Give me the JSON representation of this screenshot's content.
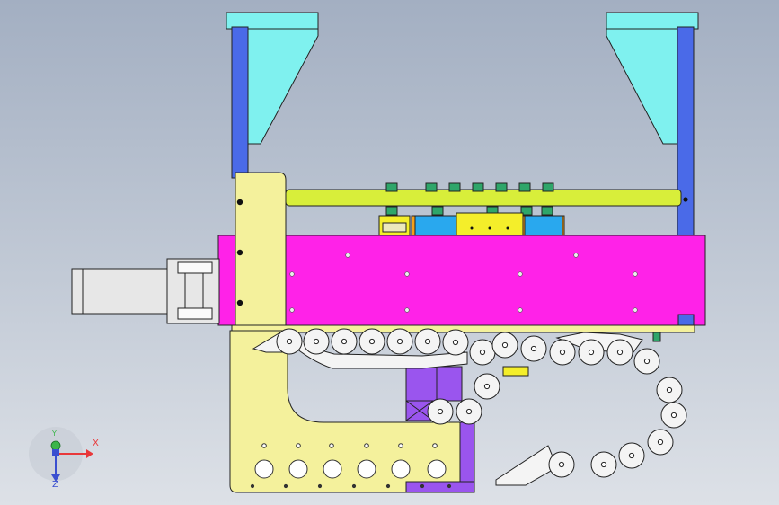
{
  "viewport": {
    "background_top": "#a3afc2",
    "background_bottom": "#dde1e7"
  },
  "triad": {
    "x_label": "X",
    "y_label": "Y",
    "z_label": "Z",
    "x_color": "#e8383a",
    "y_color": "#3bb54a",
    "z_color": "#3a4fd0"
  },
  "colors": {
    "hopper": "#7ff1ef",
    "upright": "#4a6ae8",
    "rod": "#d8ee3a",
    "housing": "#ff22e8",
    "frame": "#f4f19c",
    "block_blue": "#29a8ee",
    "block_yellow": "#f4ee2a",
    "purple": "#9a55ee",
    "chain": "#f4f4f4",
    "cylinder": "#e7e7e7",
    "terminal": "#2ea66a"
  }
}
